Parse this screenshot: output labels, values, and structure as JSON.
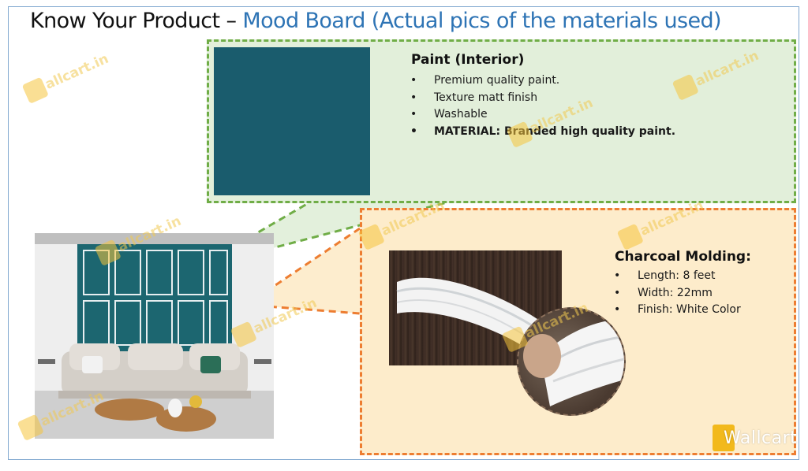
{
  "title": {
    "prefix": "Know Your Product – ",
    "accent": "Mood Board (Actual pics of the materials used)"
  },
  "paint": {
    "heading": "Paint (Interior)",
    "items": [
      "Premium quality paint.",
      "Texture matt finish",
      "Washable",
      "MATERIAL: Branded high quality paint."
    ],
    "swatch_color": "#1a5c6d"
  },
  "molding": {
    "heading": "Charcoal Molding:",
    "items": [
      "Length: 8 feet",
      "Width: 22mm",
      "Finish: White Color"
    ]
  },
  "watermark": {
    "text": "allcart.in",
    "icon": "wallcart-w-icon"
  },
  "brand": {
    "text": "Wallcart",
    "icon": "wallcart-logo-icon"
  },
  "colors": {
    "accent_blue": "#2e74b5",
    "paint_panel": "#e2efda",
    "paint_border": "#70ad47",
    "molding_panel": "#fdeccb",
    "molding_border": "#ed7d31",
    "logo_yellow": "#f2b91c"
  }
}
